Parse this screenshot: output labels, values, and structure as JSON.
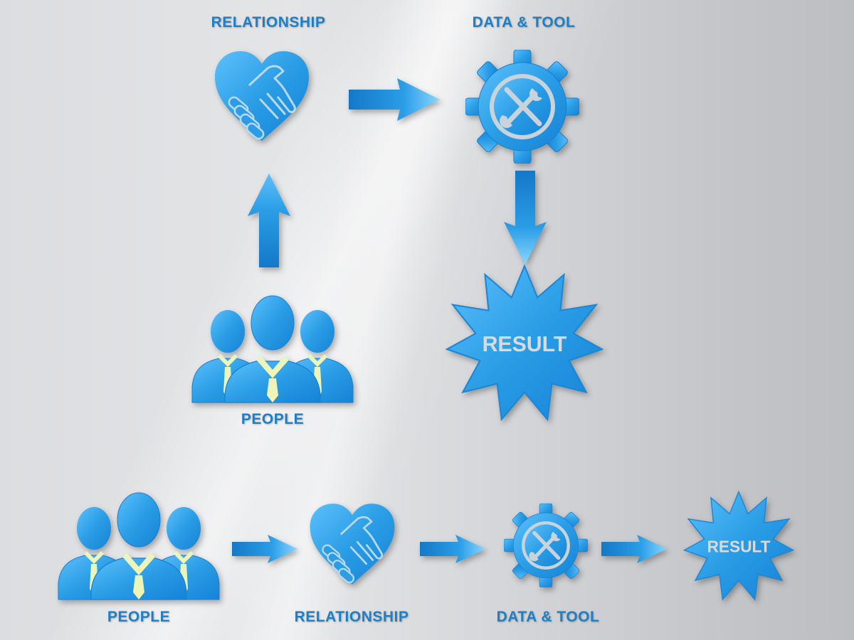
{
  "colors": {
    "icon_blue": "#2a9de6",
    "icon_blue_light": "#6cc8ff",
    "icon_blue_dark": "#0f72c2",
    "label_blue": "#1e7fc6",
    "tie_yellow": "#f3f3b4",
    "result_text": "#dadada"
  },
  "top_flow": {
    "relationship_label": "RELATIONSHIP",
    "data_tool_label": "DATA & TOOL",
    "people_label": "PEOPLE",
    "result_label": "RESULT",
    "connections": [
      {
        "from": "PEOPLE",
        "to": "RELATIONSHIP",
        "direction": "up"
      },
      {
        "from": "RELATIONSHIP",
        "to": "DATA & TOOL",
        "direction": "right"
      },
      {
        "from": "DATA & TOOL",
        "to": "RESULT",
        "direction": "down"
      }
    ]
  },
  "bottom_flow": {
    "people_label": "PEOPLE",
    "relationship_label": "RELATIONSHIP",
    "data_tool_label": "DATA & TOOL",
    "result_label": "RESULT",
    "connections": [
      {
        "from": "PEOPLE",
        "to": "RELATIONSHIP",
        "direction": "right"
      },
      {
        "from": "RELATIONSHIP",
        "to": "DATA & TOOL",
        "direction": "right"
      },
      {
        "from": "DATA & TOOL",
        "to": "RESULT",
        "direction": "right"
      }
    ]
  },
  "icons": {
    "people": "people-group-icon",
    "relationship": "heart-handshake-icon",
    "data_tool": "gear-tools-icon",
    "result": "starburst-badge-icon",
    "arrow": "arrow-icon"
  }
}
